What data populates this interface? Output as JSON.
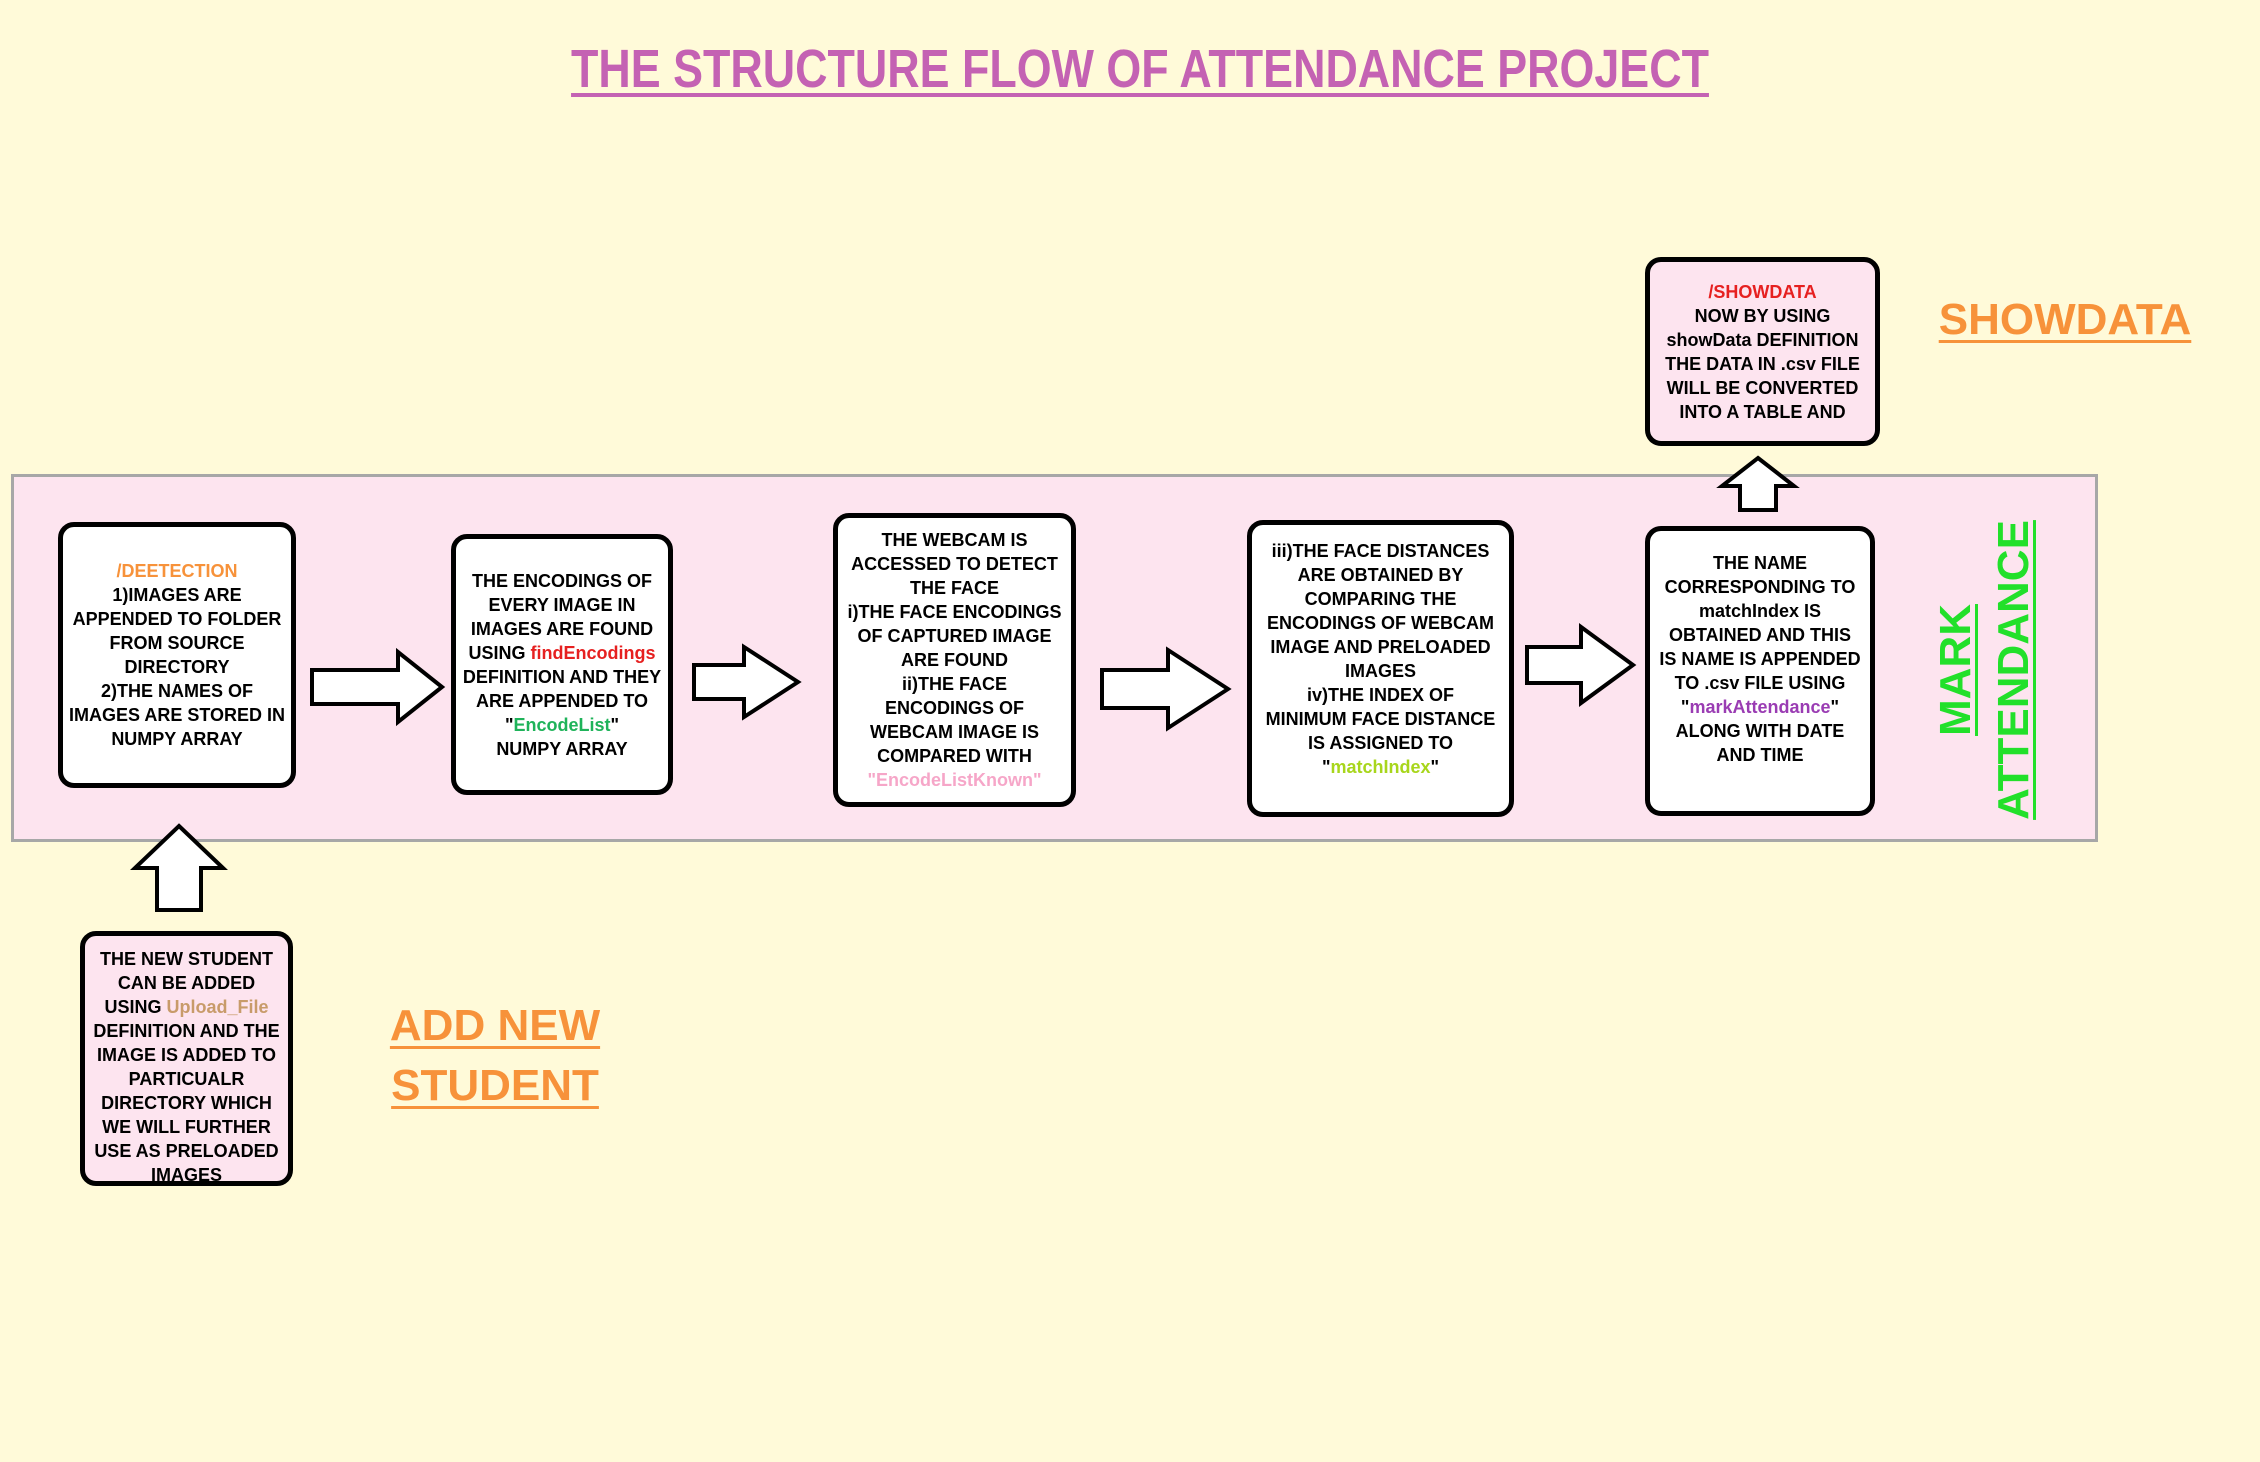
{
  "title": "THE STRUCTURE FLOW OF ATTENDANCE PROJECT",
  "labels": {
    "showdata": "SHOWDATA",
    "mark_line1": "MARK",
    "mark_line2": "ATTENDANCE",
    "add_line1": "ADD NEW",
    "add_line2": "STUDENT"
  },
  "box1": {
    "route": "/DEETECTION",
    "lines": [
      "1)IMAGES ARE",
      "APPENDED TO FOLDER",
      "FROM SOURCE",
      "DIRECTORY",
      "2)THE NAMES OF",
      "IMAGES ARE STORED IN",
      "NUMPY ARRAY"
    ]
  },
  "box2": {
    "l1": "THE ENCODINGS OF",
    "l2": "EVERY IMAGE IN",
    "l3": "IMAGES ARE FOUND",
    "l4a": "USING ",
    "l4b": "findEncodings",
    "l5": "DEFINITION AND THEY",
    "l6": "ARE APPENDED TO",
    "l7a": "\"",
    "l7b": "EncodeList",
    "l7c": "\"",
    "l8": "NUMPY ARRAY"
  },
  "box3": {
    "lines": [
      "THE WEBCAM IS",
      "ACCESSED TO DETECT",
      "THE FACE",
      "i)THE FACE ENCODINGS",
      "OF  CAPTURED IMAGE",
      "ARE FOUND",
      "ii)THE FACE",
      "ENCODINGS OF",
      "WEBCAM IMAGE IS",
      "COMPARED WITH"
    ],
    "last": "\"EncodeListKnown\""
  },
  "box4": {
    "lines": [
      "iii)THE FACE DISTANCES",
      "ARE OBTAINED BY",
      "COMPARING THE",
      "ENCODINGS OF WEBCAM",
      "IMAGE AND PRELOADED",
      "IMAGES",
      "iv)THE INDEX OF",
      "MINIMUM FACE DISTANCE",
      "IS ASSIGNED TO"
    ],
    "la": "\"",
    "lb": "matchIndex",
    "lc": "\""
  },
  "box5": {
    "lines": [
      "THE NAME",
      "CORRESPONDING TO",
      "matchIndex IS",
      "OBTAINED AND THIS",
      "IS NAME IS APPENDED",
      "TO .csv FILE USING"
    ],
    "la": "\"",
    "lb": "markAttendance",
    "lc": "\"",
    "l8": "ALONG WITH DATE",
    "l9": "AND TIME"
  },
  "box6": {
    "route": "/SHOWDATA",
    "lines": [
      "NOW BY USING",
      "showData DEFINITION",
      "THE DATA IN .csv FILE",
      "WILL BE CONVERTED",
      "INTO A TABLE AND"
    ]
  },
  "box7": {
    "l1": "THE NEW STUDENT",
    "l2": "CAN BE ADDED",
    "l3a": "USING ",
    "l3b": "Upload_File",
    "lines": [
      "DEFINITION AND THE",
      "IMAGE IS ADDED TO",
      "PARTICUALR",
      "DIRECTORY WHICH",
      "WE WILL FURTHER",
      "USE AS PRELOADED",
      "IMAGES"
    ]
  },
  "colors": {
    "background": "#fffad9",
    "band": "#fde4ef",
    "title": "#c462b3",
    "orange_label": "#f7923a",
    "green_label": "#22e02a"
  }
}
